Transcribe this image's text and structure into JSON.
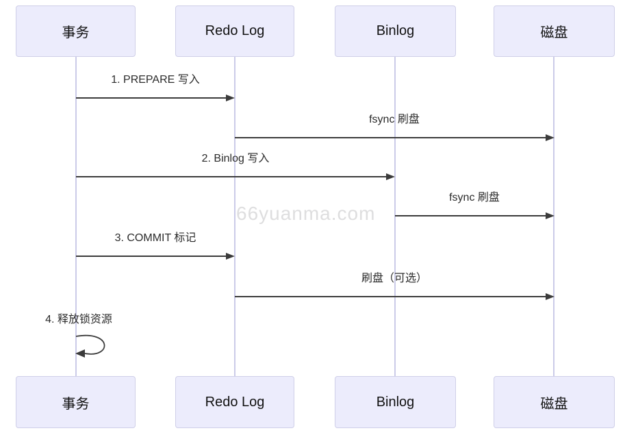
{
  "diagram_type": "sequence-diagram",
  "watermark": "66yuanma.com",
  "actors": [
    {
      "id": "transaction",
      "label": "事务"
    },
    {
      "id": "redo-log",
      "label": "Redo Log"
    },
    {
      "id": "binlog",
      "label": "Binlog"
    },
    {
      "id": "disk",
      "label": "磁盘"
    }
  ],
  "messages": [
    {
      "from": "事务",
      "to": "Redo Log",
      "label": "1. PREPARE 写入"
    },
    {
      "from": "Redo Log",
      "to": "磁盘",
      "label": "fsync 刷盘"
    },
    {
      "from": "事务",
      "to": "Binlog",
      "label": "2. Binlog 写入"
    },
    {
      "from": "Binlog",
      "to": "磁盘",
      "label": "fsync 刷盘"
    },
    {
      "from": "事务",
      "to": "Redo Log",
      "label": "3. COMMIT 标记"
    },
    {
      "from": "Redo Log",
      "to": "磁盘",
      "label": "刷盘（可选）"
    },
    {
      "from": "事务",
      "to": "事务",
      "label": "4. 释放锁资源",
      "self_message": true
    }
  ],
  "colors": {
    "background": "#ffffff",
    "actor_fill": "#ececfc",
    "actor_border": "#cfcfe8",
    "lifeline": "#cbcbe8",
    "arrow": "#3b3b3b",
    "text": "#2b2b2b",
    "watermark": "#dededf"
  }
}
